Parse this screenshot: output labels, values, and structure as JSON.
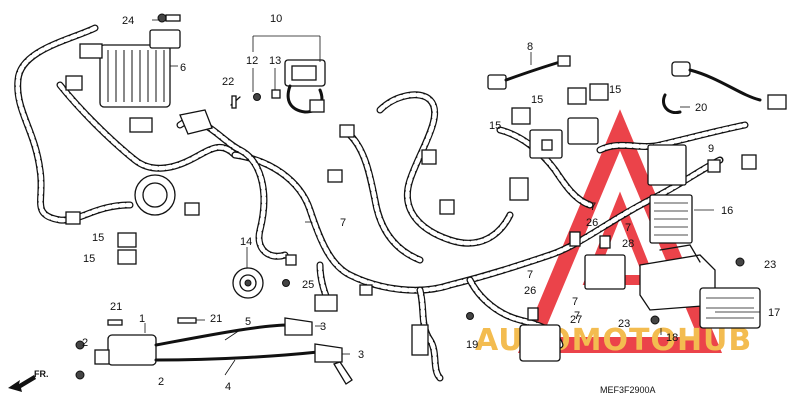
{
  "diagram_code": "MEF3F2900A",
  "direction_label": "FR.",
  "watermark_text": "AUTOMOTOHUB",
  "watermark_color": "#e8232b",
  "watermark_accent": "#f2b132",
  "callouts": {
    "c1": "1",
    "c2a": "2",
    "c2b": "2",
    "c3a": "3",
    "c3b": "3",
    "c4": "4",
    "c5": "5",
    "c6": "6",
    "c7a": "7",
    "c7b": "7",
    "c7c": "7",
    "c7d": "7",
    "c7e": "7",
    "c7f": "7",
    "c8": "8",
    "c9": "9",
    "c10": "10",
    "c12": "12",
    "c13": "13",
    "c14": "14",
    "c15a": "15",
    "c15b": "15",
    "c15c": "15",
    "c15d": "15",
    "c15e": "15",
    "c16": "16",
    "c17": "17",
    "c18": "18",
    "c19": "19",
    "c20": "20",
    "c21a": "21",
    "c21b": "21",
    "c22": "22",
    "c23a": "23",
    "c23b": "23",
    "c24": "24",
    "c25": "25",
    "c26a": "26",
    "c26b": "26",
    "c27": "27",
    "c28": "28"
  }
}
